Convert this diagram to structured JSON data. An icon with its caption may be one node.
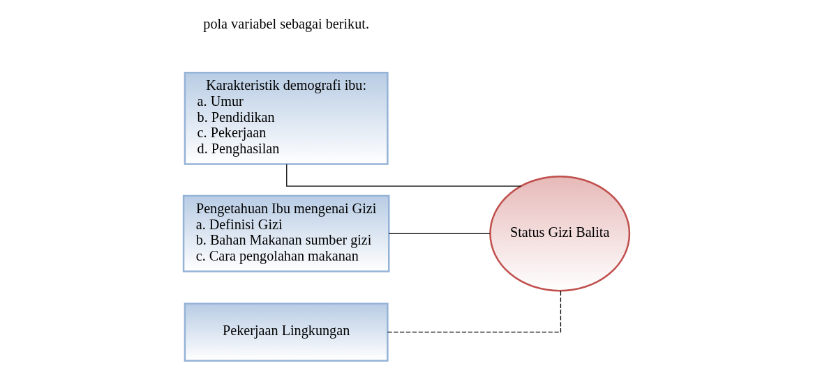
{
  "diagram": {
    "nodes": [
      {
        "text": [
          "Karakteristik demografi ibu:",
          "a. Umur",
          "b. Pendidikan",
          "c. Pekerjaan",
          "d. Penghasilan"
        ]
      },
      {
        "text": [
          "Pengetahuan Ibu mengenai Gizi",
          "a. Definisi Gizi",
          "b. Bahan Makanan sumber gizi",
          "c. Cara pengolahan makanan"
        ]
      },
      {
        "text": [
          "Pekerjaan Lingkungan"
        ]
      },
      {
        "text": [
          "Status Gizi Balita"
        ]
      }
    ],
    "edges": [
      {
        "from": 0,
        "to": 3,
        "arrow": "none"
      },
      {
        "from": 1,
        "to": 3,
        "arrow": "none"
      },
      {
        "from": 2,
        "to": 3,
        "arrow": "none",
        "style": "dashed"
      }
    ],
    "labels": [
      "pola variabel sebagai berikut."
    ]
  }
}
